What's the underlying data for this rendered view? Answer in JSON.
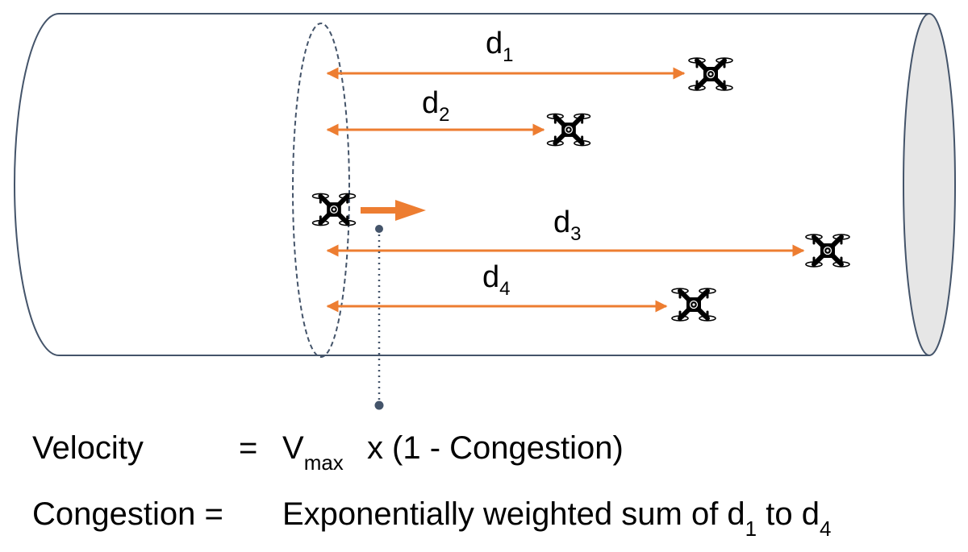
{
  "distances": [
    {
      "base": "d",
      "sub": "1"
    },
    {
      "base": "d",
      "sub": "2"
    },
    {
      "base": "d",
      "sub": "3"
    },
    {
      "base": "d",
      "sub": "4"
    }
  ],
  "formula": {
    "velocity_label": "Velocity",
    "equals": "=",
    "vmax_base": "V",
    "vmax_sub": "max",
    "velocity_rhs": "x (1 - Congestion)",
    "congestion_label": "Congestion =",
    "congestion_rhs": "Exponentially weighted sum of d",
    "congestion_sub_from": "1",
    "congestion_to": "to d",
    "congestion_sub_to": "4"
  },
  "colors": {
    "arrow": "#ED7D31",
    "tube_outline": "#44546A",
    "tube_end_fill": "#E6E6E6",
    "drone": "#000000"
  },
  "icons": [
    "drone-icon",
    "direction-arrow-icon"
  ]
}
